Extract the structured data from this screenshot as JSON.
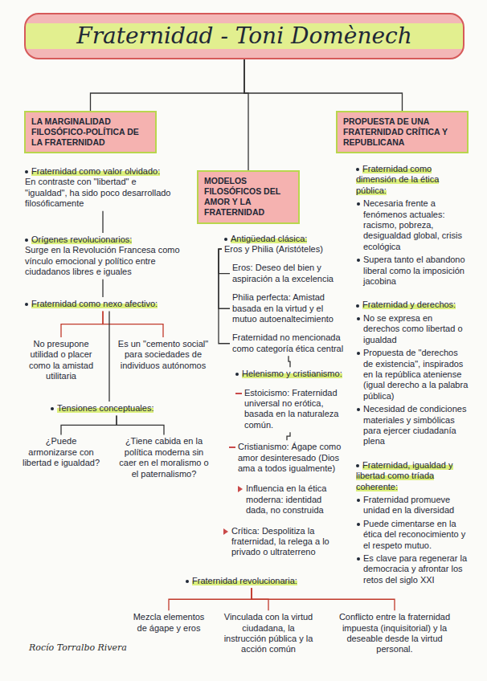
{
  "diagram": {
    "nodes": [
      {
        "text": [
          "Fraternidad - Toni Domènech"
        ]
      },
      {
        "text": [
          "LA MARGINALIDAD FILOSÓFICO-POLÍTICA DE LA FRATERNIDAD"
        ]
      },
      {
        "text": [
          "MODELOS FILOSÓFICOS DEL AMOR Y LA FRATERNIDAD"
        ]
      },
      {
        "text": [
          "PROPUESTA DE UNA FRATERNIDAD CRÍTICA Y REPUBLICANA"
        ]
      },
      {
        "text": [
          "Fraternidad como valor olvidado:",
          "En contraste con \"libertad\" e \"igualdad\", ha sido poco desarrollado filosóficamente"
        ]
      },
      {
        "text": [
          "Orígenes revolucionarios:",
          "Surge en la Revolución Francesa como vínculo emocional y político entre ciudadanos libres e iguales"
        ]
      },
      {
        "text": [
          "Fraternidad como nexo afectivo:"
        ]
      },
      {
        "text": [
          "No presupone utilidad o placer como la amistad utilitaria"
        ]
      },
      {
        "text": [
          "Es un \"cemento social\" para sociedades de individuos autónomos"
        ]
      },
      {
        "text": [
          "Tensiones conceptuales:"
        ]
      },
      {
        "text": [
          "¿Puede armonizarse con libertad e igualdad?"
        ]
      },
      {
        "text": [
          "¿Tiene cabida en la política moderna sin caer en el moralismo o el paternalismo?"
        ]
      },
      {
        "text": [
          "Antigüedad clásica:",
          "Eros y Philia (Aristóteles)"
        ]
      },
      {
        "text": [
          "Eros: Deseo del bien y aspiración a la excelencia"
        ]
      },
      {
        "text": [
          "Philia perfecta: Amistad basada en la virtud y el mutuo autoenaltecimiento"
        ]
      },
      {
        "text": [
          "Fraternidad no mencionada como categoría ética central"
        ]
      },
      {
        "text": [
          "Helenismo y cristianismo:"
        ]
      },
      {
        "text": [
          "Estoicismo: Fraternidad universal no erótica, basada en la naturaleza común."
        ]
      },
      {
        "text": [
          "Cristianismo: Ágape como amor desinteresado (Dios ama a todos igualmente)"
        ]
      },
      {
        "text": [
          "Influencia en la ética moderna: identidad dada, no construida"
        ]
      },
      {
        "text": [
          "Crítica: Despolitiza la fraternidad, la relega a lo privado o ultraterreno"
        ]
      },
      {
        "text": [
          "Fraternidad revolucionaria:"
        ]
      },
      {
        "text": [
          "Mezcla elementos de ágape y eros"
        ]
      },
      {
        "text": [
          "Vinculada con la virtud ciudadana, la instrucción pública y la acción común"
        ]
      },
      {
        "text": [
          "Conflicto entre la fraternidad impuesta (inquisitorial) y la deseable desde la virtud personal."
        ]
      },
      {
        "text": [
          "Fraternidad como dimensión de la ética pública:",
          "Necesaria frente a fenómenos actuales: racismo, pobreza, desigualdad global, crisis ecológica",
          "Supera tanto el abandono liberal como la imposición jacobina"
        ]
      },
      {
        "text": [
          "Fraternidad y derechos:",
          "No se expresa en derechos como libertad o igualdad",
          "Propuesta de \"derechos de existencia\", inspirados en la república ateniense (igual derecho a la palabra pública)",
          "Necesidad de condiciones materiales y simbólicas para ejercer ciudadanía plena"
        ]
      },
      {
        "text": [
          "Fraternidad, igualdad y libertad como tríada coherente:",
          "Fraternidad promueve unidad en la diversidad",
          "Puede cimentarse en la ética del reconocimiento y el respeto mutuo.",
          "Es clave para regenerar la democracia y afrontar los retos del siglo XXI"
        ]
      }
    ],
    "edges": [
      {
        "from": 0,
        "to": 1,
        "arrow": "none"
      },
      {
        "from": 0,
        "to": 2,
        "arrow": "none"
      },
      {
        "from": 0,
        "to": 3,
        "arrow": "none"
      },
      {
        "from": 4,
        "to": 5,
        "arrow": "none"
      },
      {
        "from": 5,
        "to": 6,
        "arrow": "none"
      },
      {
        "from": 6,
        "to": 7,
        "arrow": "none"
      },
      {
        "from": 6,
        "to": 8,
        "arrow": "none"
      },
      {
        "from": 6,
        "to": 9,
        "arrow": "none"
      },
      {
        "from": 9,
        "to": 10,
        "arrow": "none"
      },
      {
        "from": 9,
        "to": 11,
        "arrow": "none"
      },
      {
        "from": 12,
        "to": 13,
        "arrow": "none"
      },
      {
        "from": 12,
        "to": 14,
        "arrow": "none"
      },
      {
        "from": 12,
        "to": 15,
        "arrow": "none"
      },
      {
        "from": 15,
        "to": 16,
        "arrow": "none"
      },
      {
        "from": 17,
        "to": 18,
        "arrow": "none"
      },
      {
        "from": 21,
        "to": 22,
        "arrow": "none"
      },
      {
        "from": 21,
        "to": 23,
        "arrow": "none"
      },
      {
        "from": 21,
        "to": 24,
        "arrow": "none"
      }
    ],
    "labels": [
      "Rocío Torralbo Rivera"
    ]
  }
}
